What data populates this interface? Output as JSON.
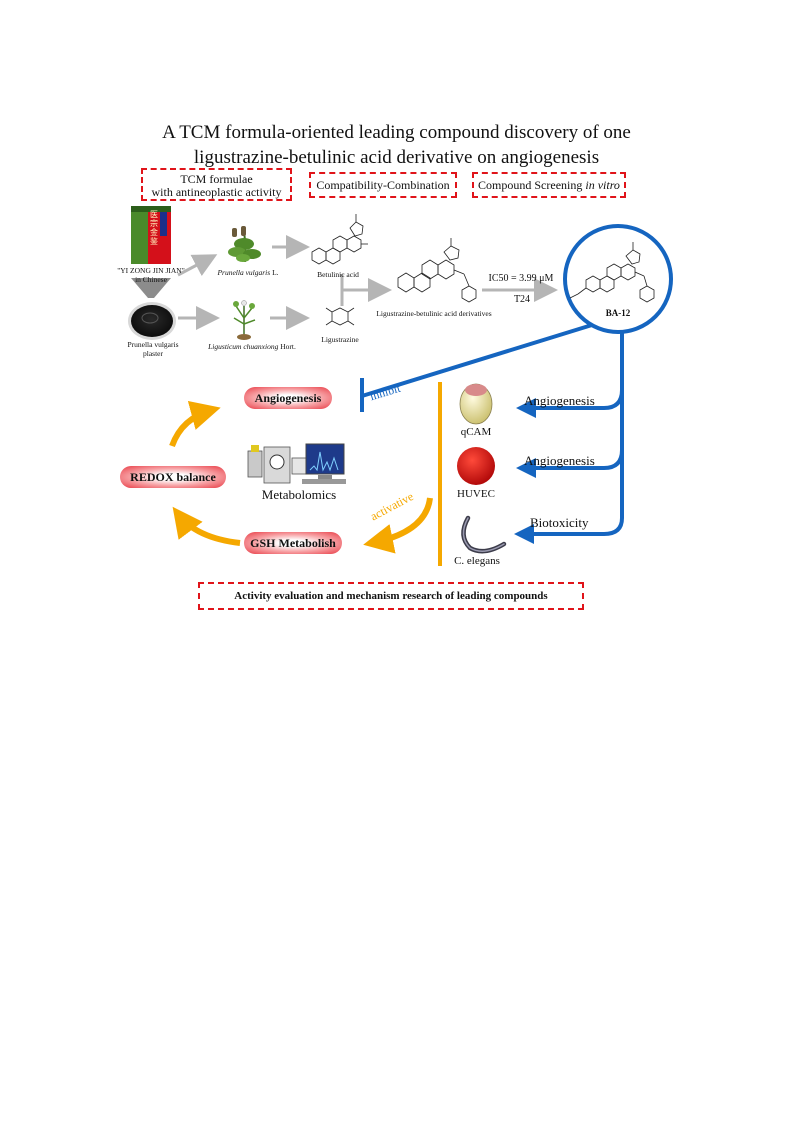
{
  "title": {
    "line1": "A TCM formula-oriented leading compound discovery of one",
    "line2": "ligustrazine-betulinic acid derivative on angiogenesis"
  },
  "section_boxes": {
    "tcm_line1": "TCM formulae",
    "tcm_line2": "with antineoplastic activity",
    "compatibility": "Compatibility-Combination",
    "screening_prefix": "Compound Screening ",
    "screening_italic": "in vitro",
    "bottom": "Activity evaluation and mechanism research of leading compounds"
  },
  "book": {
    "caption_line1": "\"YI ZONG JIN JIAN\"",
    "caption_line2": "in Chinese",
    "cover_text": "医宗金鉴"
  },
  "plaster": {
    "line1": "Prunella vulgaris",
    "line2": "plaster"
  },
  "plants": {
    "prunella_italic": "Prunella vulgaris",
    "prunella_suffix": " L.",
    "ligusticum_italic": "Ligusticum chuanxiong",
    "ligusticum_suffix": " Hort."
  },
  "compounds": {
    "betulinic": "Betulinic acid",
    "ligustrazine": "Ligustrazine",
    "derivatives": "Ligustrazine-betulinic acid  derivatives",
    "ic50": "IC50 = 3.99 μM",
    "cell_line": "T24",
    "lead": "BA-12"
  },
  "lower": {
    "inhibit": "inhibit",
    "activative": "activative",
    "pill_angiogenesis": "Angiogenesis",
    "pill_redox": "REDOX balance",
    "pill_gsh": "GSH Metabolish",
    "metabolomics": "Metabolomics",
    "arrow_angio_1": "Angiogenesis",
    "arrow_angio_2": "Angiogenesis",
    "arrow_biotox": "Biotoxicity",
    "qcam": "qCAM",
    "huvec": "HUVEC",
    "celegans": "C. elegans"
  },
  "colors": {
    "dash_red": "#e0141a",
    "blue": "#1565c0",
    "orange": "#f5a800",
    "grey_arrow": "#b5b5b5"
  }
}
